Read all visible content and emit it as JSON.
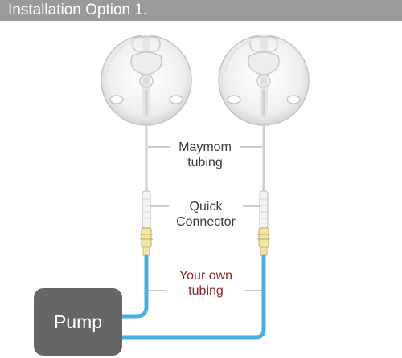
{
  "header": {
    "title": "Installation Option 1."
  },
  "labels": {
    "tubing_line1": "Maymom",
    "tubing_line2": "tubing",
    "connector_line1": "Quick",
    "connector_line2": "Connector",
    "own_line1": "Your own",
    "own_line2": "tubing"
  },
  "pump": {
    "label": "Pump"
  },
  "colors": {
    "header_bg": "#9a9a9a",
    "own_tubing": "#4aaee0",
    "pump": "#666666",
    "own_tubing_text": "#8b2a2a",
    "connector_tip": "#f2e6a6"
  }
}
